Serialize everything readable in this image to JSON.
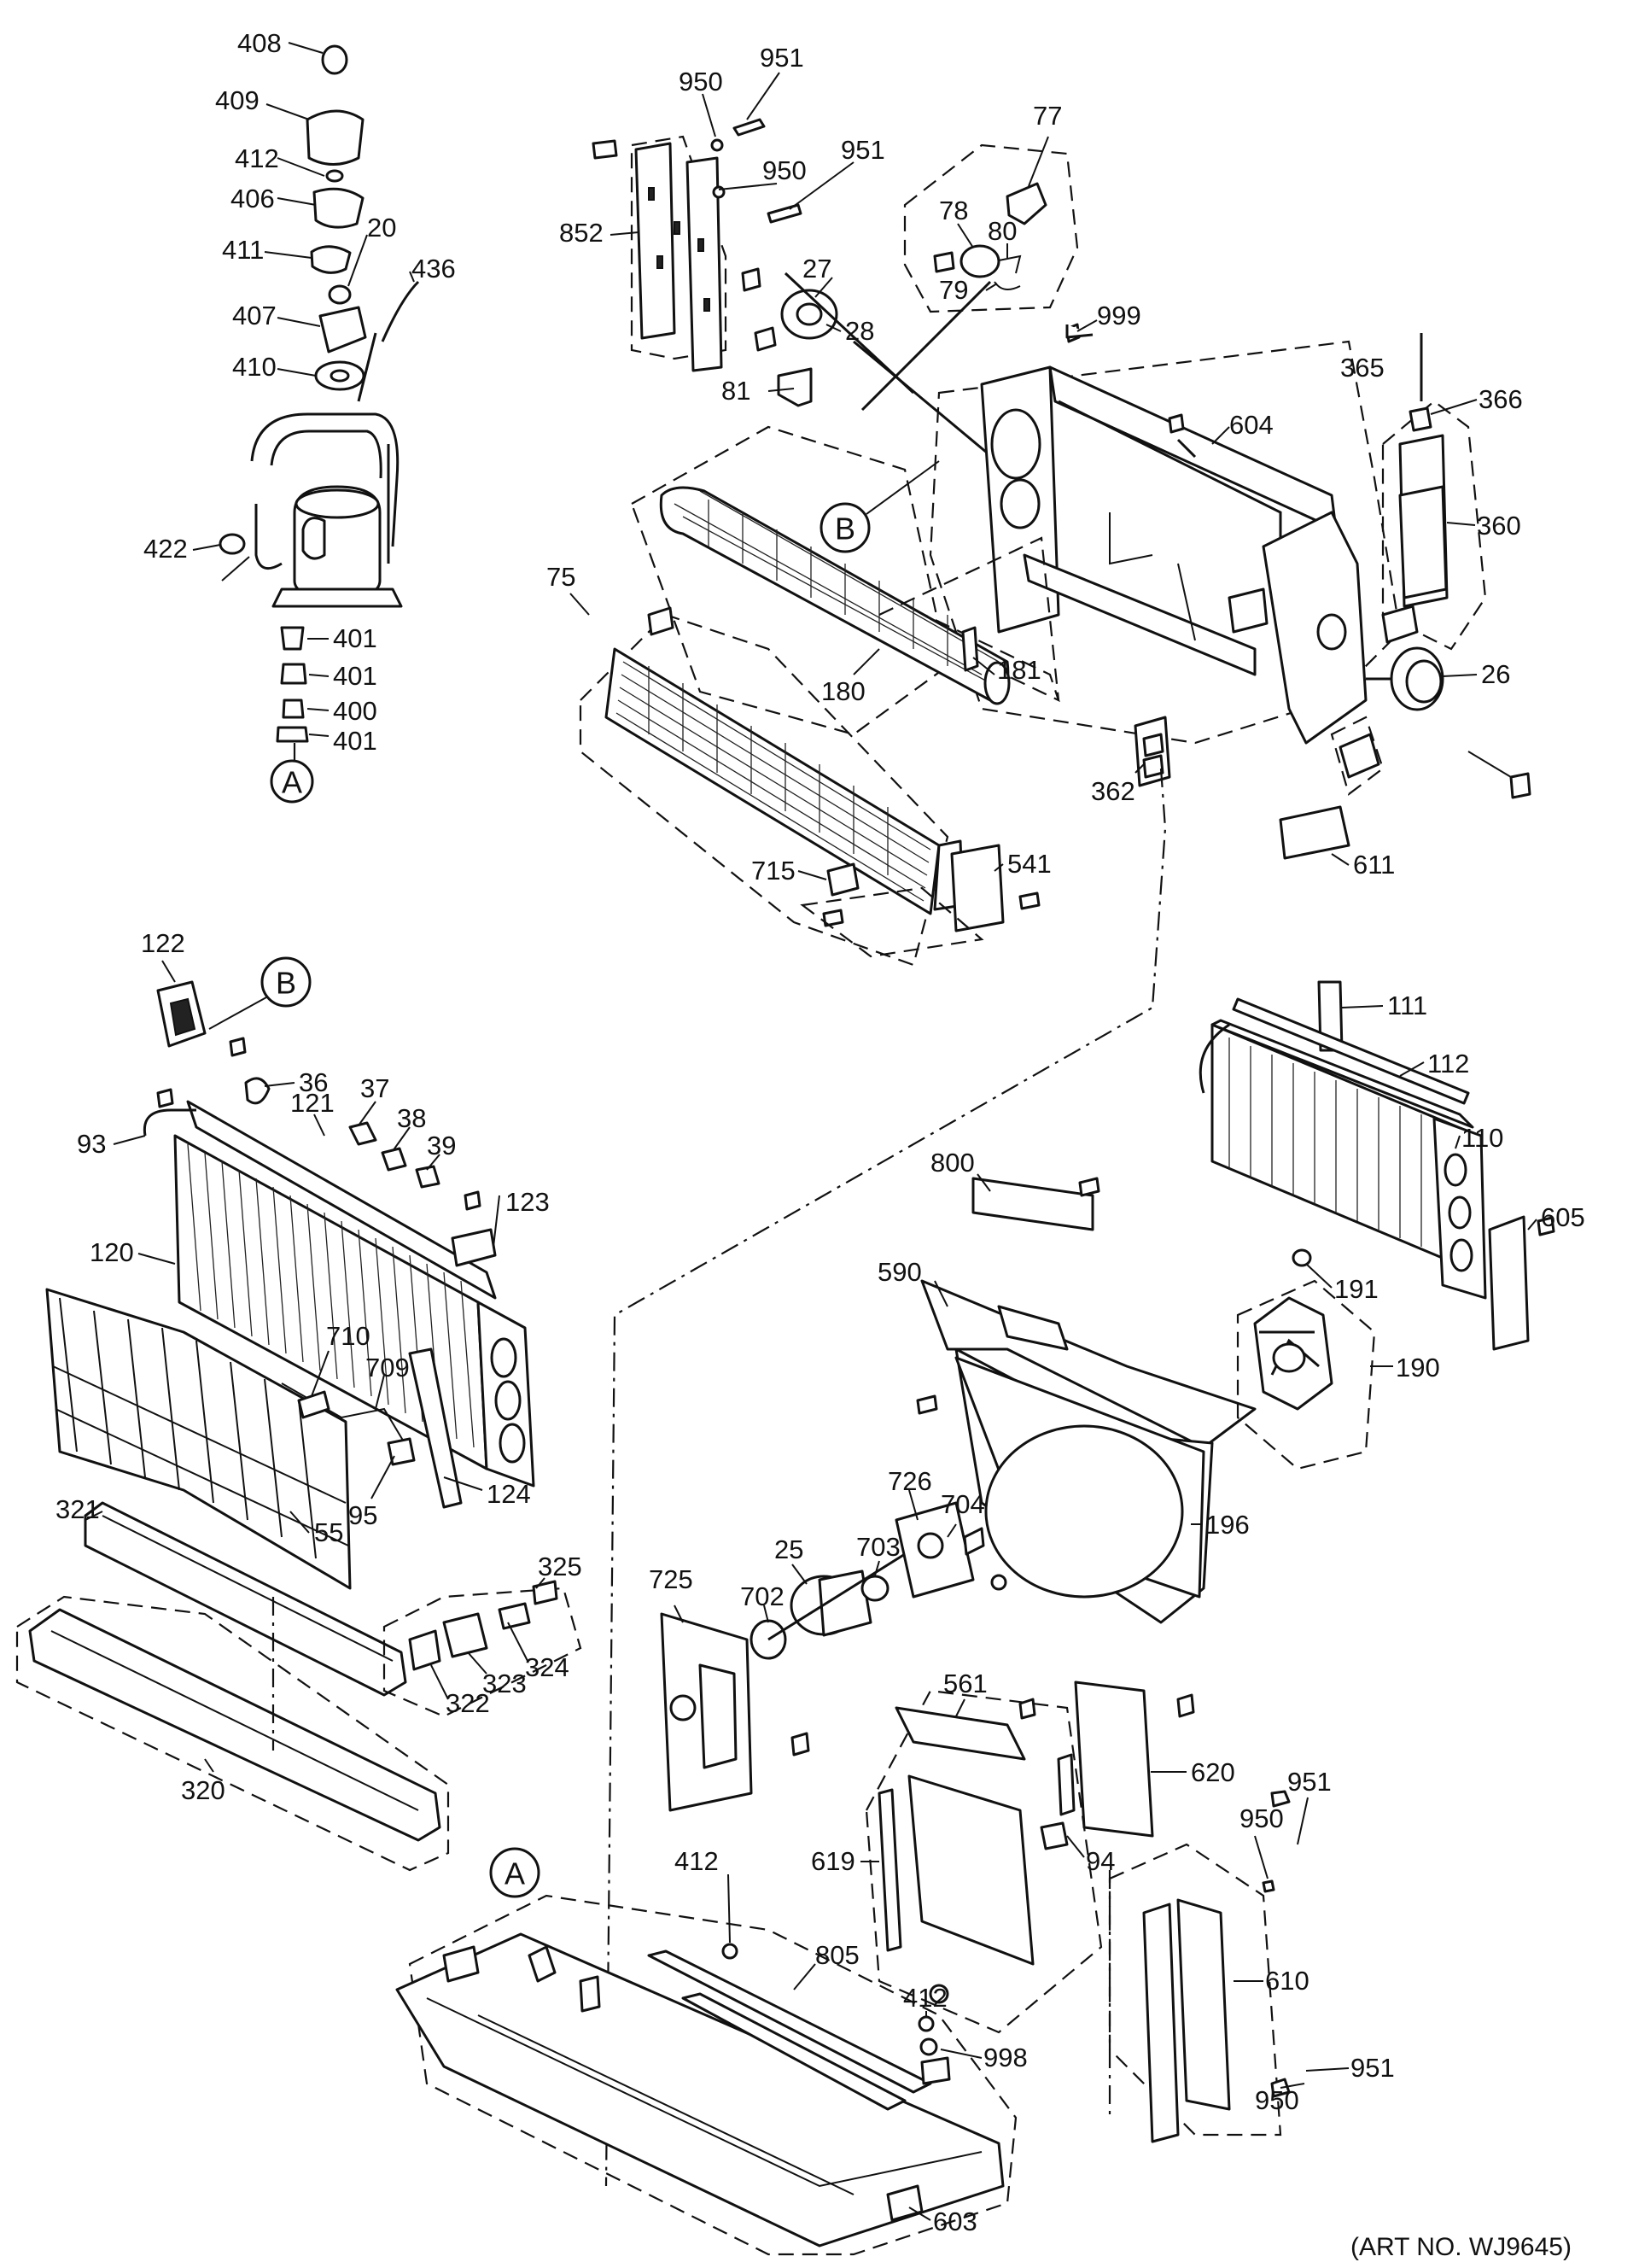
{
  "diagram": {
    "art_number": "(ART NO. WJ9645)",
    "callouts": [
      "A",
      "B",
      "B",
      "A"
    ],
    "labels": [
      "408",
      "409",
      "412",
      "406",
      "411",
      "20",
      "436",
      "407",
      "410",
      "422",
      "401",
      "401",
      "400",
      "401",
      "950",
      "951",
      "950",
      "951",
      "852",
      "77",
      "78",
      "80",
      "79",
      "27",
      "28",
      "81",
      "999",
      "365",
      "366",
      "604",
      "360",
      "75",
      "180",
      "181",
      "26",
      "362",
      "715",
      "541",
      "611",
      "122",
      "36",
      "37",
      "38",
      "39",
      "121",
      "123",
      "93",
      "120",
      "710",
      "709",
      "95",
      "124",
      "55",
      "321",
      "325",
      "324",
      "323",
      "322",
      "320",
      "111",
      "112",
      "110",
      "605",
      "800",
      "191",
      "590",
      "190",
      "196",
      "726",
      "704",
      "25",
      "703",
      "702",
      "725",
      "561",
      "620",
      "619",
      "94",
      "412",
      "805",
      "412",
      "998",
      "951",
      "950",
      "610",
      "951",
      "950",
      "603"
    ]
  }
}
